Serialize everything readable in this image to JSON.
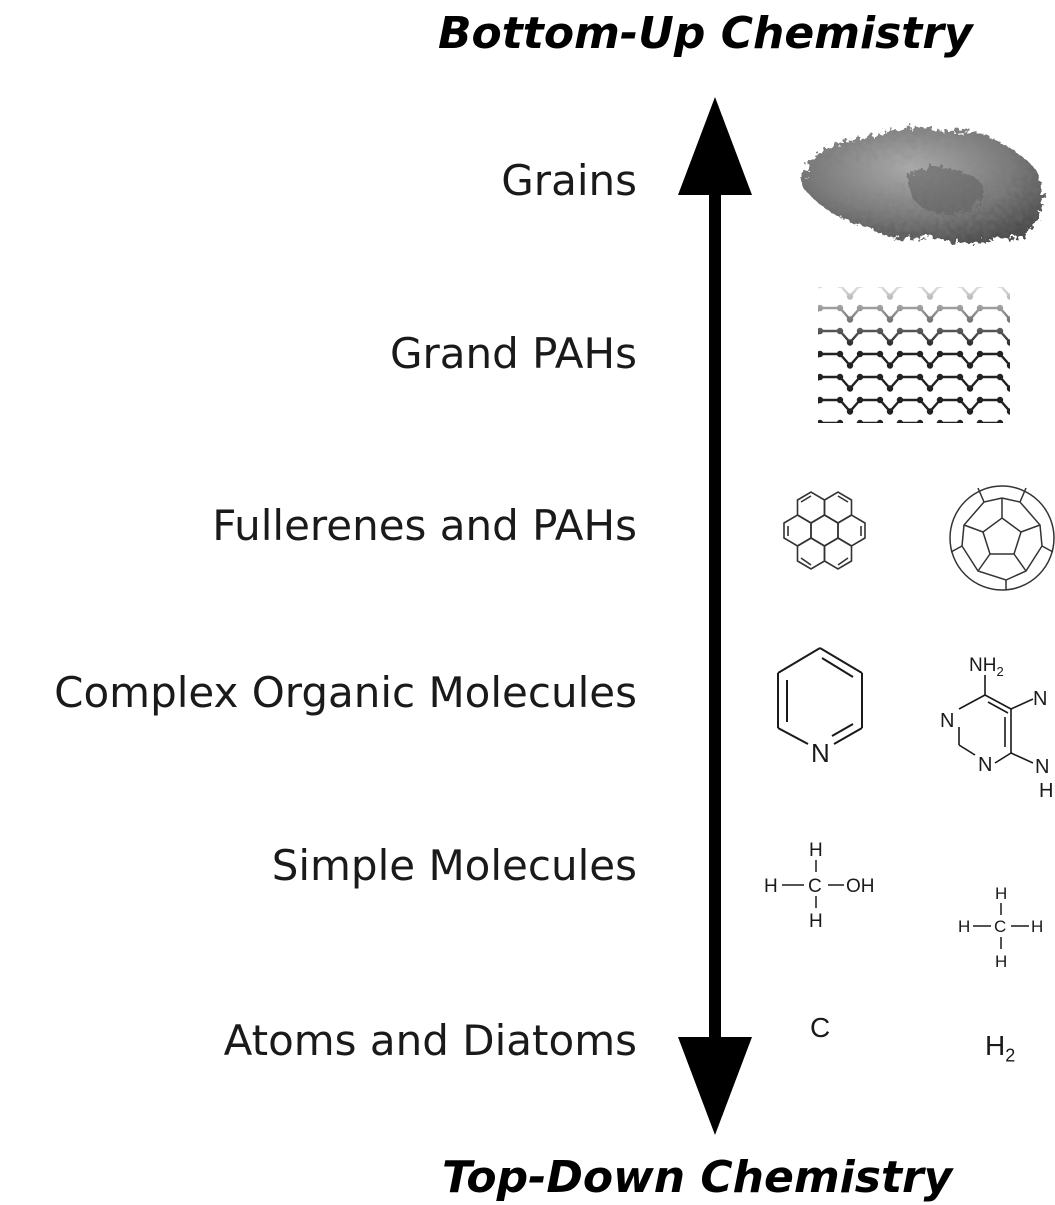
{
  "diagram": {
    "top_heading": "Bottom-Up Chemistry",
    "bottom_heading": "Top-Down Chemistry",
    "levels": [
      {
        "label": "Grains"
      },
      {
        "label": "Grand PAHs"
      },
      {
        "label": "Fullerenes and PAHs"
      },
      {
        "label": "Complex Organic Molecules"
      },
      {
        "label": "Simple Molecules"
      },
      {
        "label": "Atoms and Diatoms"
      }
    ],
    "structures": {
      "adenine": {
        "nh2": "NH",
        "nh2_sub": "2",
        "n_top_right": "N",
        "n_left": "N",
        "n_bottom": "N",
        "nh_bottom_right": "N",
        "h_bottom_right": "H"
      },
      "pyridine": {
        "n": "N"
      },
      "methanol": {
        "h_top": "H",
        "h_left": "H",
        "c": "C",
        "oh": "OH",
        "h_bottom": "H"
      },
      "methane": {
        "h_top": "H",
        "h_left": "H",
        "c": "C",
        "h_right": "H",
        "h_bottom": "H"
      },
      "carbon_atom": "C",
      "hydrogen": {
        "h": "H",
        "sub": "2"
      }
    }
  }
}
